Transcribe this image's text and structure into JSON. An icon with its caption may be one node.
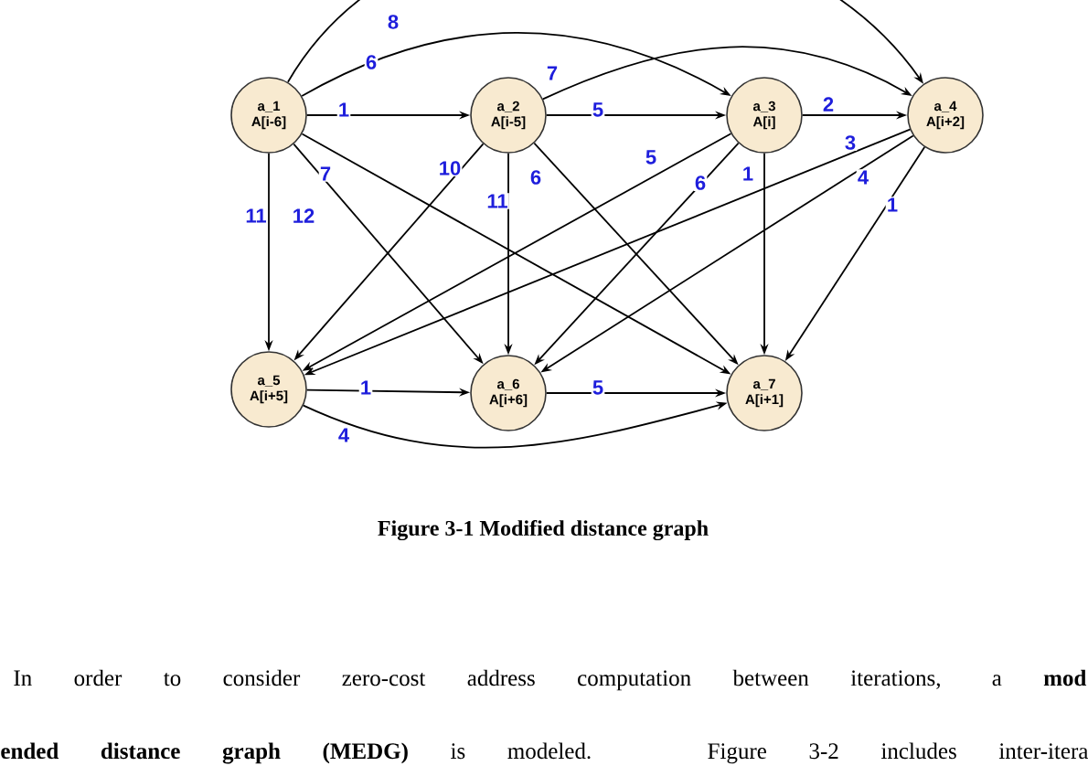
{
  "diagram": {
    "caption": "Figure 3-1 Modified distance graph",
    "nodes": [
      {
        "text": [
          "a_1",
          "A[i-6]"
        ]
      },
      {
        "text": [
          "a_2",
          "A[i-5]"
        ]
      },
      {
        "text": [
          "a_3",
          "A[i]"
        ]
      },
      {
        "text": [
          "a_4",
          "A[i+2]"
        ]
      },
      {
        "text": [
          "a_5",
          "A[i+5]"
        ]
      },
      {
        "text": [
          "a_6",
          "A[i+6]"
        ]
      },
      {
        "text": [
          "a_7",
          "A[i+1]"
        ]
      }
    ],
    "edges": [
      {
        "from": 0,
        "to": 1,
        "arrow": "to",
        "label": "1"
      },
      {
        "from": 1,
        "to": 2,
        "arrow": "to",
        "label": "5"
      },
      {
        "from": 2,
        "to": 3,
        "arrow": "to",
        "label": "2"
      },
      {
        "from": 4,
        "to": 5,
        "arrow": "to",
        "label": "1"
      },
      {
        "from": 5,
        "to": 6,
        "arrow": "to",
        "label": "5"
      },
      {
        "from": 4,
        "to": 6,
        "arrow": "to",
        "label": "4"
      },
      {
        "from": 0,
        "to": 3,
        "arrow": "to",
        "label": "8"
      },
      {
        "from": 0,
        "to": 2,
        "arrow": "to",
        "label": "6"
      },
      {
        "from": 1,
        "to": 3,
        "arrow": "to",
        "label": "7"
      },
      {
        "from": 0,
        "to": 4,
        "arrow": "to",
        "label": "11"
      },
      {
        "from": 0,
        "to": 5,
        "arrow": "to",
        "label": "12"
      },
      {
        "from": 0,
        "to": 6,
        "arrow": "to",
        "label": "7"
      },
      {
        "from": 1,
        "to": 4,
        "arrow": "to",
        "label": "10"
      },
      {
        "from": 1,
        "to": 5,
        "arrow": "to",
        "label": "11"
      },
      {
        "from": 1,
        "to": 6,
        "arrow": "to",
        "label": "6"
      },
      {
        "from": 2,
        "to": 4,
        "arrow": "to",
        "label": "5"
      },
      {
        "from": 2,
        "to": 5,
        "arrow": "to",
        "label": "6"
      },
      {
        "from": 2,
        "to": 6,
        "arrow": "to",
        "label": "1"
      },
      {
        "from": 3,
        "to": 4,
        "arrow": "to",
        "label": "3"
      },
      {
        "from": 3,
        "to": 5,
        "arrow": "to",
        "label": "4"
      },
      {
        "from": 3,
        "to": 6,
        "arrow": "to",
        "label": "1"
      }
    ],
    "labels": [
      "In order to consider zero-cost address computation between iterations, a **mod**",
      "**ended distance graph (MEDG)** is modeled. Figure 3-2 includes inter-itera"
    ]
  }
}
